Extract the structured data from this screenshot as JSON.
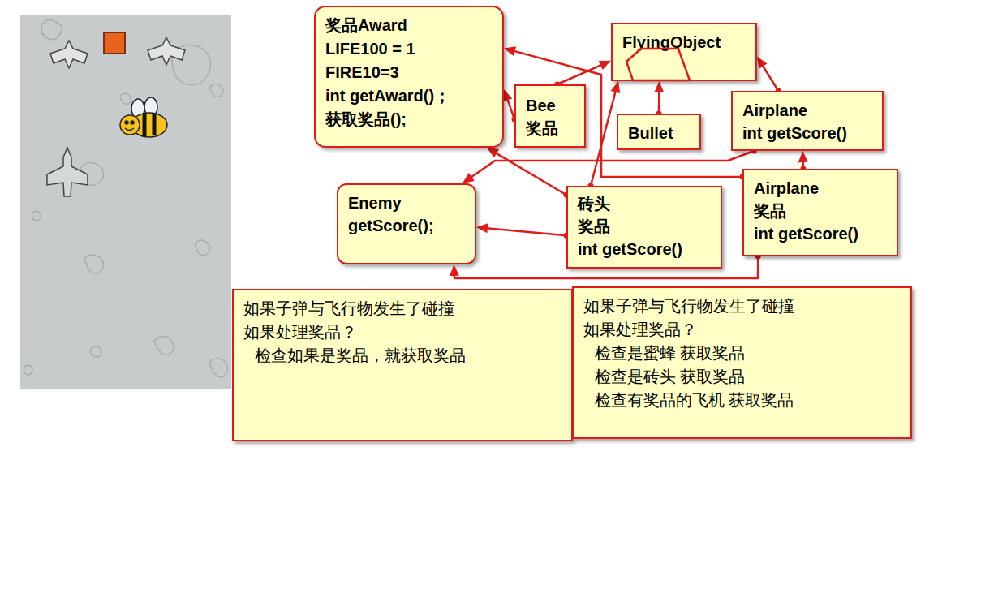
{
  "diagram": {
    "nodes": [
      {
        "text": [
          "奖品Award",
          "LIFE100 = 1",
          "FIRE10=3",
          "int getAward()；",
          "获取奖品();"
        ]
      },
      {
        "text": [
          "FlyingObject"
        ]
      },
      {
        "text": [
          "Bee",
          "奖品"
        ]
      },
      {
        "text": [
          "Airplane",
          "int getScore()"
        ]
      },
      {
        "text": [
          "Bullet"
        ]
      },
      {
        "text": [
          "Enemy",
          "getScore();"
        ]
      },
      {
        "text": [
          "砖头",
          "奖品",
          "int getScore()"
        ]
      },
      {
        "text": [
          "Airplane",
          "奖品",
          "int getScore()"
        ]
      },
      {
        "text": [
          "如果子弹与飞行物发生了碰撞",
          "如果处理奖品？",
          "检查如果是奖品，就获取奖品"
        ]
      },
      {
        "text": [
          "如果子弹与飞行物发生了碰撞",
          "如果处理奖品？",
          "检查是蜜蜂 获取奖品",
          "检查是砖头 获取奖品",
          "检查有奖品的飞机 获取奖品"
        ]
      }
    ],
    "edges": [
      {
        "from": 2,
        "to": 1,
        "arrow": "to"
      },
      {
        "from": 2,
        "to": 0,
        "arrow": "to"
      },
      {
        "from": 4,
        "to": 1,
        "arrow": "to"
      },
      {
        "from": 3,
        "to": 1,
        "arrow": "to"
      },
      {
        "from": 3,
        "to": 5,
        "arrow": "to"
      },
      {
        "from": 7,
        "to": 3,
        "arrow": "to"
      },
      {
        "from": 7,
        "to": 5,
        "arrow": "to"
      },
      {
        "from": 7,
        "to": 0,
        "arrow": "to"
      },
      {
        "from": 6,
        "to": 1,
        "arrow": "to"
      },
      {
        "from": 6,
        "to": 0,
        "arrow": "to"
      },
      {
        "from": 6,
        "to": 5,
        "arrow": "to"
      }
    ]
  }
}
